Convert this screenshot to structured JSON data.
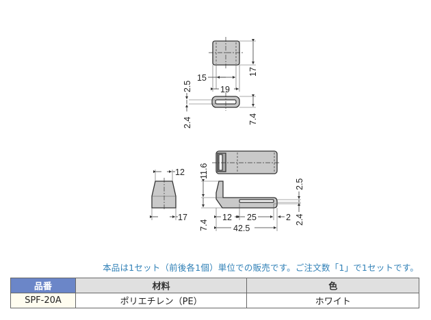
{
  "drawing": {
    "top_view": {
      "dim_width_outer": "19",
      "dim_width_inner": "15",
      "dim_height": "17"
    },
    "slot_view": {
      "dim_top": "2.5",
      "dim_bottom": "2.4",
      "dim_height": "7.4"
    },
    "side_view": {
      "dim_top_width": "12",
      "dim_bottom_width": "17"
    },
    "long_view": {
      "dim_height_upper": "11.6",
      "dim_height_lower": "7.4",
      "dim_seg_1": "12",
      "dim_seg_2": "25",
      "dim_seg_3": "2",
      "dim_total": "42.5",
      "dim_slot_top": "2.5",
      "dim_slot_bottom": "2.4"
    }
  },
  "note": "本品は1セット（前後各1個）単位での販売です。ご注文数「1」で1セットです。",
  "table": {
    "headers": [
      "品番",
      "材料",
      "色"
    ],
    "rows": [
      [
        "SPF-20A",
        "ポリエチレン（PE）",
        "ホワイト"
      ]
    ]
  },
  "colors": {
    "note_text": "#2e7fb6",
    "key_header_bg": "#6b86c8",
    "header_bg": "#e0e0e0",
    "key_cell_bg": "#fffdf0"
  }
}
